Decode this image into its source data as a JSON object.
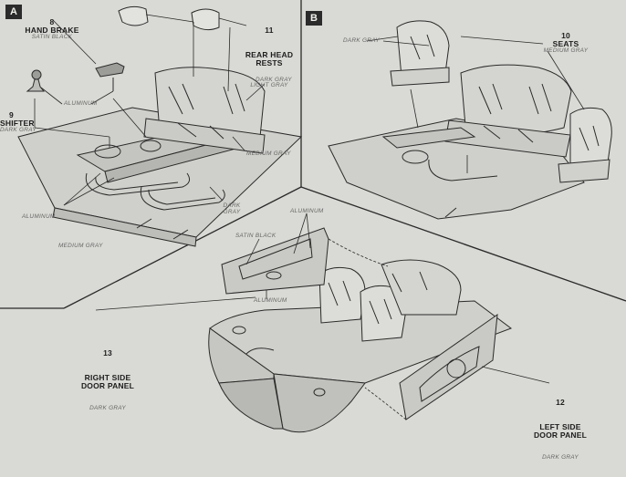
{
  "panels": {
    "a": "A",
    "b": "B"
  },
  "callouts": {
    "hand_brake": {
      "number": "8",
      "name": "HAND BRAKE",
      "color": "SATIN BLACK"
    },
    "shifter": {
      "number": "9",
      "name": "SHIFTER",
      "color": "DARK GRAY"
    },
    "rear_head": {
      "number": "11",
      "name": "REAR HEAD\nRESTS",
      "color": "LIGHT GRAY"
    },
    "seats": {
      "number": "10",
      "name": "SEATS",
      "color": "MEDIUM GRAY"
    },
    "right_door": {
      "number": "13",
      "name": "RIGHT SIDE\nDOOR PANEL",
      "color": "DARK GRAY"
    },
    "left_door": {
      "number": "12",
      "name": "LEFT SIDE\nDOOR PANEL",
      "color": "DARK GRAY"
    }
  },
  "colors": {
    "aluminum": "ALUMINUM",
    "dark_gray": "DARK GRAY",
    "medium_gray": "MEDIUM GRAY",
    "satin_black": "SATIN BLACK"
  }
}
